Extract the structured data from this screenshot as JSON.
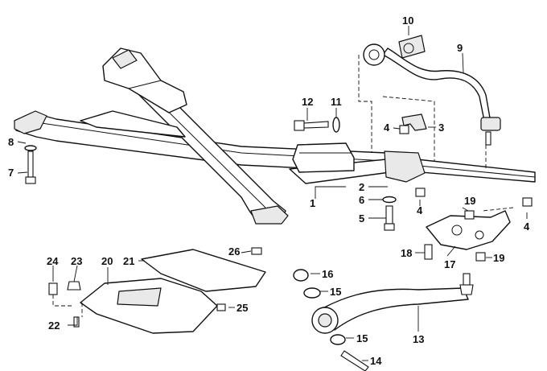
{
  "callouts": {
    "c1": "1",
    "c2": "2",
    "c3": "3",
    "c4a": "4",
    "c4b": "4",
    "c4c": "4",
    "c5": "5",
    "c6": "6",
    "c7": "7",
    "c8": "8",
    "c9": "9",
    "c10": "10",
    "c11": "11",
    "c12": "12",
    "c13": "13",
    "c14": "14",
    "c15a": "15",
    "c15b": "15",
    "c16": "16",
    "c17": "17",
    "c18": "18",
    "c19a": "19",
    "c19b": "19",
    "c20": "20",
    "c21": "21",
    "c22": "22",
    "c23": "23",
    "c24": "24",
    "c25": "25",
    "c26": "26"
  }
}
